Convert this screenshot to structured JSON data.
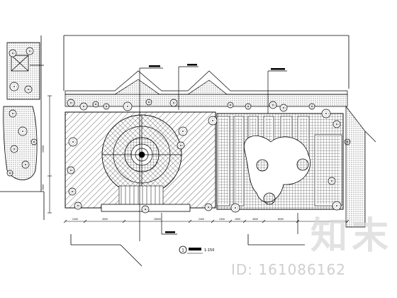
{
  "drawing": {
    "caption_number": "1",
    "caption_scale": "1:150",
    "dim_labels": [
      "2400",
      "4000",
      "18000",
      "2400",
      "2400",
      "1000",
      "4000",
      "6000"
    ],
    "left_dims": [
      "13000",
      "3000"
    ]
  },
  "watermark": {
    "logo_text": "知末",
    "id_text": "ID: 161086162"
  },
  "colors": {
    "line": "#000000",
    "watermark": "#d9d9d9"
  }
}
